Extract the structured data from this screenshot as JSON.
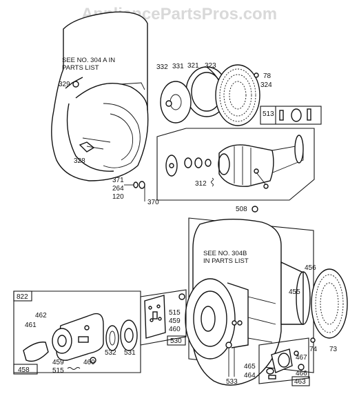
{
  "watermark": "AppliancePartsPros.com",
  "notes": {
    "top_line1": "SEE NO. 304 A  IN",
    "top_line2": "PARTS LIST",
    "mid_line1": "SEE NO. 304B",
    "mid_line2": "IN PARTS LIST"
  },
  "parts": {
    "p329": "329",
    "p328": "328",
    "p371": "371",
    "p264": "264",
    "p120": "120",
    "p370": "370",
    "p332": "332",
    "p331": "331",
    "p321": "321",
    "p323": "323",
    "p78": "78",
    "p324": "324",
    "p513": "513",
    "p312": "312",
    "p508": "508",
    "p456": "456",
    "p455": "455",
    "p74": "74",
    "p73": "73",
    "p822": "822",
    "p462": "462",
    "p461": "461",
    "p459a": "459",
    "p515a": "515",
    "p460a": "460",
    "p458": "458",
    "p532": "532",
    "p531": "531",
    "p515b": "515",
    "p459b": "459",
    "p460b": "460",
    "p530": "530",
    "p465": "465",
    "p464": "464",
    "p467": "467",
    "p466": "466",
    "p463": "463",
    "p533": "533"
  },
  "icons": [
    "blower-housing-icon",
    "starter-pulley-icon",
    "rewind-starter-icon",
    "engine-housing-icon",
    "gear-plate-icon"
  ]
}
